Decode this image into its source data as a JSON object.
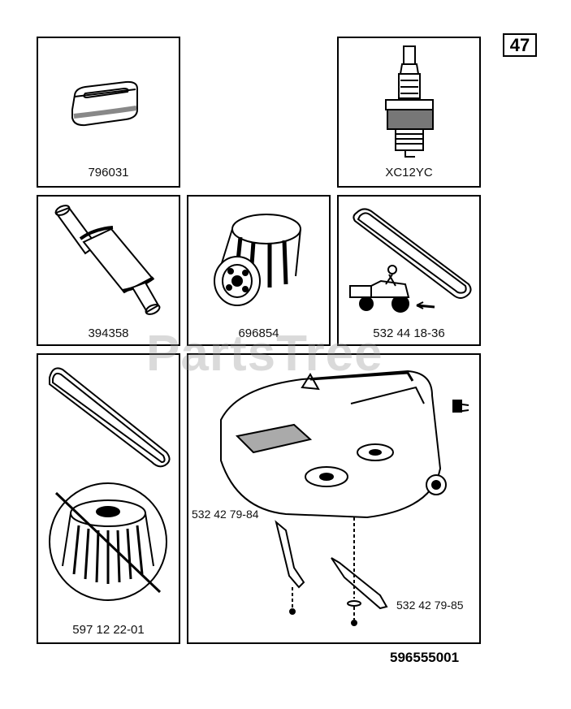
{
  "page_number": "47",
  "document_number": "596555001",
  "watermark": "PartsTree",
  "parts": {
    "air_filter": "796031",
    "spark_plug": "XC12YC",
    "fuel_filter": "394358",
    "oil_filter": "696854",
    "belt_tractor": "532 44 18-36",
    "belt_deck": "597 12 22-01",
    "blade_left": "532 42 79-84",
    "blade_right": "532 42 79-85"
  },
  "colors": {
    "line": "#000000",
    "watermark": "#969696"
  }
}
